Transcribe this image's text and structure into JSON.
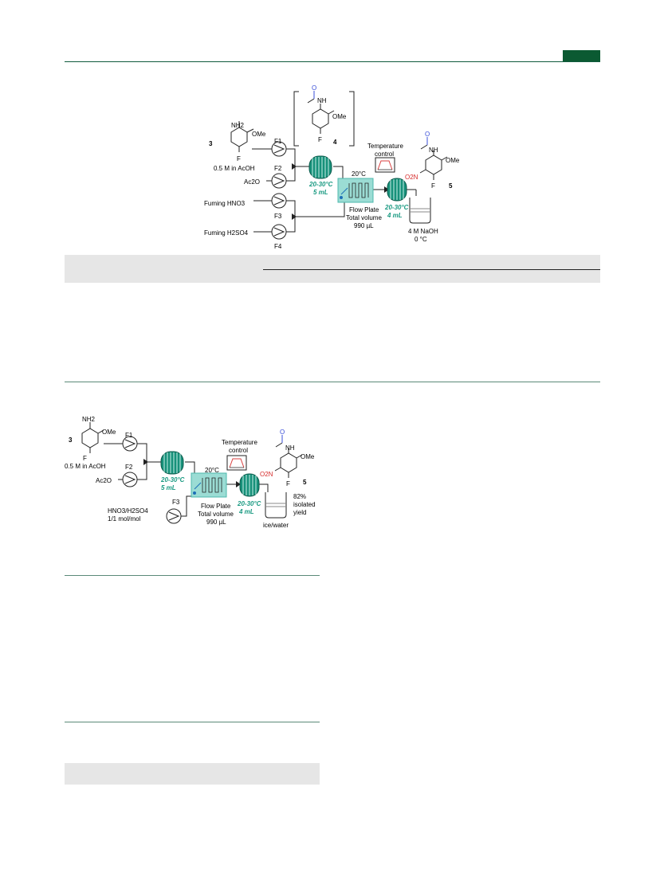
{
  "header": {
    "accent_color": "#0b5a32",
    "rule_color": "#0f5a3c"
  },
  "scheme_top": {
    "compound_3_label": "3",
    "compound_3_nh2": "NH2",
    "compound_3_ome": "OMe",
    "compound_3_f": "F",
    "compound_3_solvent": "0.5 M in AcOH",
    "reagent_ac2o": "Ac2O",
    "reagent_hno3": "Fuming HNO3",
    "reagent_h2so4": "Fuming H2SO4",
    "pump_f1": "F1",
    "pump_f2": "F2",
    "pump_f3": "F3",
    "pump_f4": "F4",
    "intermediate_label": "4",
    "intermediate_nh": "NH",
    "intermediate_ome": "OMe",
    "intermediate_f": "F",
    "intermediate_o": "O",
    "coil1_temp": "20-30°C",
    "coil1_vol": "5 mL",
    "plate_temp": "20°C",
    "plate_name": "Flow Plate",
    "plate_total": "Total volume",
    "plate_volume": "990 µL",
    "temp_control_1": "Temperature",
    "temp_control_2": "control",
    "coil2_temp": "20-30°C",
    "coil2_vol": "4 mL",
    "quench_1": "4 M NaOH",
    "quench_2": "0 °C",
    "product_label": "5",
    "product_nh": "NH",
    "product_ome": "OMe",
    "product_no2": "O2N",
    "product_f": "F",
    "product_o": "O"
  },
  "scheme_bottom": {
    "compound_3_label": "3",
    "compound_3_nh2": "NH2",
    "compound_3_ome": "OMe",
    "compound_3_f": "F",
    "compound_3_solvent": "0.5 M in AcOH",
    "reagent_ac2o": "Ac2O",
    "reagent_acid_1": "HNO3/H2SO4",
    "reagent_acid_2": "1/1 mol/mol",
    "pump_f1": "F1",
    "pump_f2": "F2",
    "pump_f3": "F3",
    "coil1_temp": "20-30°C",
    "coil1_vol": "5 mL",
    "plate_temp": "20°C",
    "plate_name": "Flow Plate",
    "plate_total": "Total volume",
    "plate_volume": "990 µL",
    "temp_control_1": "Temperature",
    "temp_control_2": "control",
    "coil2_temp": "20-30°C",
    "coil2_vol": "4 mL",
    "quench": "ice/water",
    "yield_1": "82%",
    "yield_2": "isolated",
    "yield_3": "yield",
    "product_label": "5",
    "product_nh": "NH",
    "product_ome": "OMe",
    "product_no2": "O2N",
    "product_f": "F",
    "product_o": "O"
  }
}
